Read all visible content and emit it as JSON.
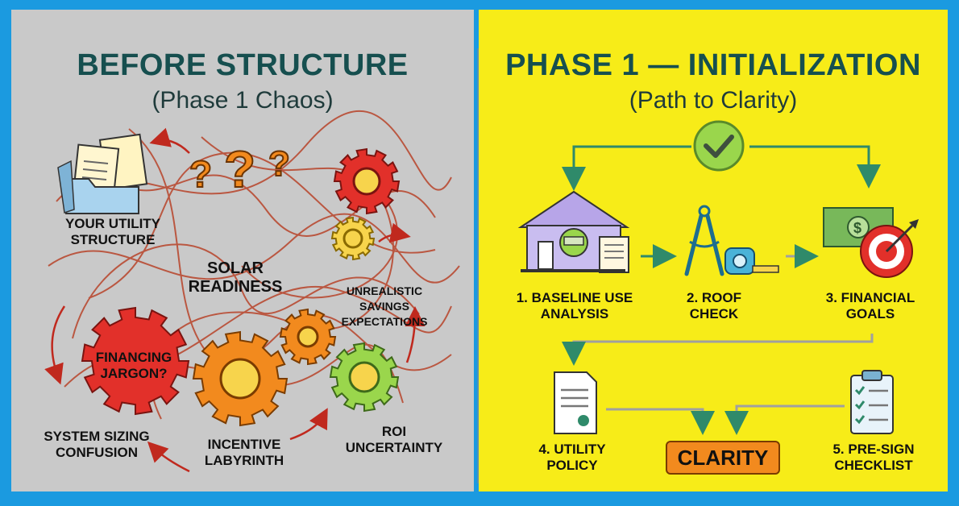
{
  "left": {
    "title": "BEFORE STRUCTURE",
    "subtitle": "(Phase 1 Chaos)",
    "labels": {
      "utility_structure": "YOUR UTILITY STRUCTURE",
      "solar_readiness": "SOLAR READINESS",
      "unrealistic": "UNREALISTIC SAVINGS EXPECTATIONS",
      "financing": "FINANCING JARGON?",
      "sizing": "SYSTEM SIZING CONFUSION",
      "incentive": "INCENTIVE LABYRINTH",
      "roi": "ROI UNCERTAINTY"
    }
  },
  "right": {
    "title": "PHASE 1 — INITIALIZATION",
    "subtitle": "(Path to Clarity)",
    "steps": [
      {
        "label": "1. BASELINE USE ANALYSIS"
      },
      {
        "label": "2. ROOF CHECK"
      },
      {
        "label": "3. FINANCIAL GOALS"
      },
      {
        "label": "4. UTILITY POLICY"
      },
      {
        "label": "5. PRE-SIGN CHECKLIST"
      }
    ],
    "clarity": "CLARITY"
  },
  "colors": {
    "left_bg": "#c9c9c9",
    "right_bg": "#f7ec18",
    "frame": "#1b9ae0",
    "title": "#164f4f",
    "arrow_green": "#2f8a6a",
    "scribble": "#b8442a",
    "clarity_orange": "#f28a1e"
  }
}
